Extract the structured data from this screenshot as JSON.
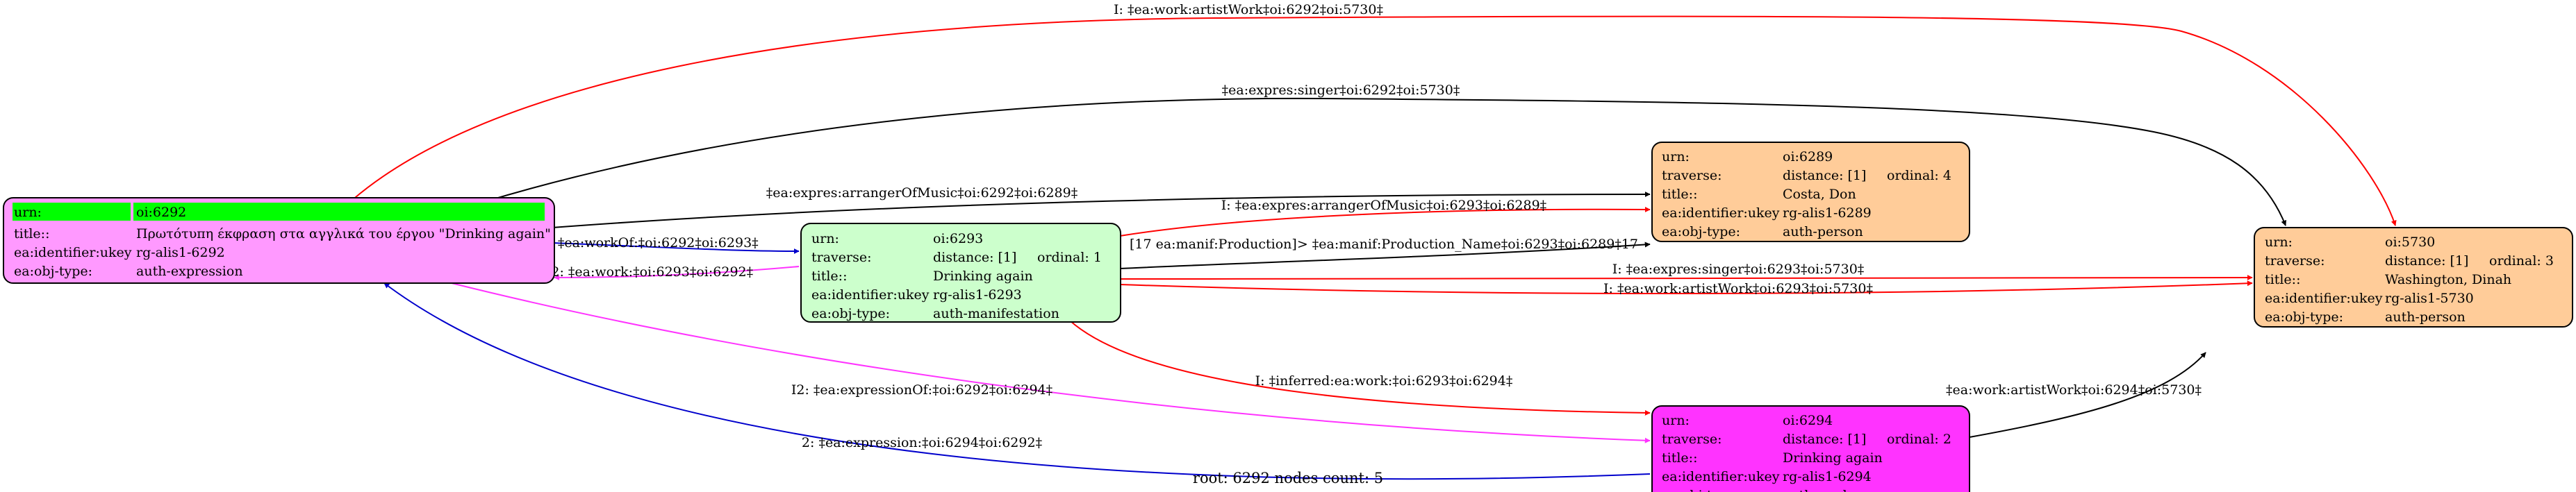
{
  "colors": {
    "root_node_fill": "#ff99ff",
    "root_header_highlight": "#00ff00",
    "manifestation_fill": "#ccffcc",
    "person_fill": "#ffcc99",
    "work_fill": "#ff33ff",
    "edge_black": "#000000",
    "edge_red": "#ff0000",
    "edge_blue": "#0000cc",
    "edge_magenta": "#ff33ff"
  },
  "nodes": {
    "n6292": {
      "rows": [
        {
          "key": "urn:",
          "value": "oi:6292"
        },
        {
          "key": "title::",
          "value": "Πρωτότυπη έκφραση στα αγγλικά του έργου \"Drinking again\""
        },
        {
          "key": "ea:identifier:ukey",
          "value": "rg-alis1-6292"
        },
        {
          "key": "ea:obj-type:",
          "value": "auth-expression"
        }
      ]
    },
    "n6293": {
      "rows": [
        {
          "key": "urn:",
          "value": "oi:6293"
        },
        {
          "key": "traverse:",
          "value": "distance: [1]",
          "extra": "ordinal: 1"
        },
        {
          "key": "title::",
          "value": "Drinking again"
        },
        {
          "key": "ea:identifier:ukey",
          "value": "rg-alis1-6293"
        },
        {
          "key": "ea:obj-type:",
          "value": "auth-manifestation"
        }
      ]
    },
    "n6289": {
      "rows": [
        {
          "key": "urn:",
          "value": "oi:6289"
        },
        {
          "key": "traverse:",
          "value": "distance: [1]",
          "extra": "ordinal: 4"
        },
        {
          "key": "title::",
          "value": "Costa, Don"
        },
        {
          "key": "ea:identifier:ukey",
          "value": "rg-alis1-6289"
        },
        {
          "key": "ea:obj-type:",
          "value": "auth-person"
        }
      ]
    },
    "n6294": {
      "rows": [
        {
          "key": "urn:",
          "value": "oi:6294"
        },
        {
          "key": "traverse:",
          "value": "distance: [1]",
          "extra": "ordinal: 2"
        },
        {
          "key": "title::",
          "value": "Drinking again"
        },
        {
          "key": "ea:identifier:ukey",
          "value": "rg-alis1-6294"
        },
        {
          "key": "ea:obj-type:",
          "value": "auth-work"
        }
      ]
    },
    "n5730": {
      "rows": [
        {
          "key": "urn:",
          "value": "oi:5730"
        },
        {
          "key": "traverse:",
          "value": "distance: [1]",
          "extra": "ordinal: 3"
        },
        {
          "key": "title::",
          "value": "Washington, Dinah"
        },
        {
          "key": "ea:identifier:ukey",
          "value": "rg-alis1-5730"
        },
        {
          "key": "ea:obj-type:",
          "value": "auth-person"
        }
      ]
    }
  },
  "edges": {
    "artistwork_6292_5730": "I: ‡ea:work:artistWork‡oi:6292‡oi:5730‡",
    "singer_6292_5730": "‡ea:expres:singer‡oi:6292‡oi:5730‡",
    "arranger_6292_6289": "‡ea:expres:arrangerOfMusic‡oi:6292‡oi:6289‡",
    "workof_6292_6293": "2: ‡ea:workOf:‡oi:6292‡oi:6293‡",
    "work_6293_6292": "I2: ‡ea:work:‡oi:6293‡oi:6292‡",
    "arranger_6293_6289": "I: ‡ea:expres:arrangerOfMusic‡oi:6293‡oi:6289‡",
    "production_6293_6289": "[17 ea:manif:Production]> ‡ea:manif:Production_Name‡oi:6293‡oi:6289‡17",
    "singer_6293_5730": "I: ‡ea:expres:singer‡oi:6293‡oi:5730‡",
    "artistwork_6293_5730": "I: ‡ea:work:artistWork‡oi:6293‡oi:5730‡",
    "inferred_6293_6294": "I: ‡inferred:ea:work:‡oi:6293‡oi:6294‡",
    "expressionof_6292_6294": "I2: ‡ea:expressionOf:‡oi:6292‡oi:6294‡",
    "expression_6294_6292": "2: ‡ea:expression:‡oi:6294‡oi:6292‡",
    "artistwork_6294_5730": "‡ea:work:artistWork‡oi:6294‡oi:5730‡"
  },
  "footer": "root: 6292 nodes count: 5"
}
